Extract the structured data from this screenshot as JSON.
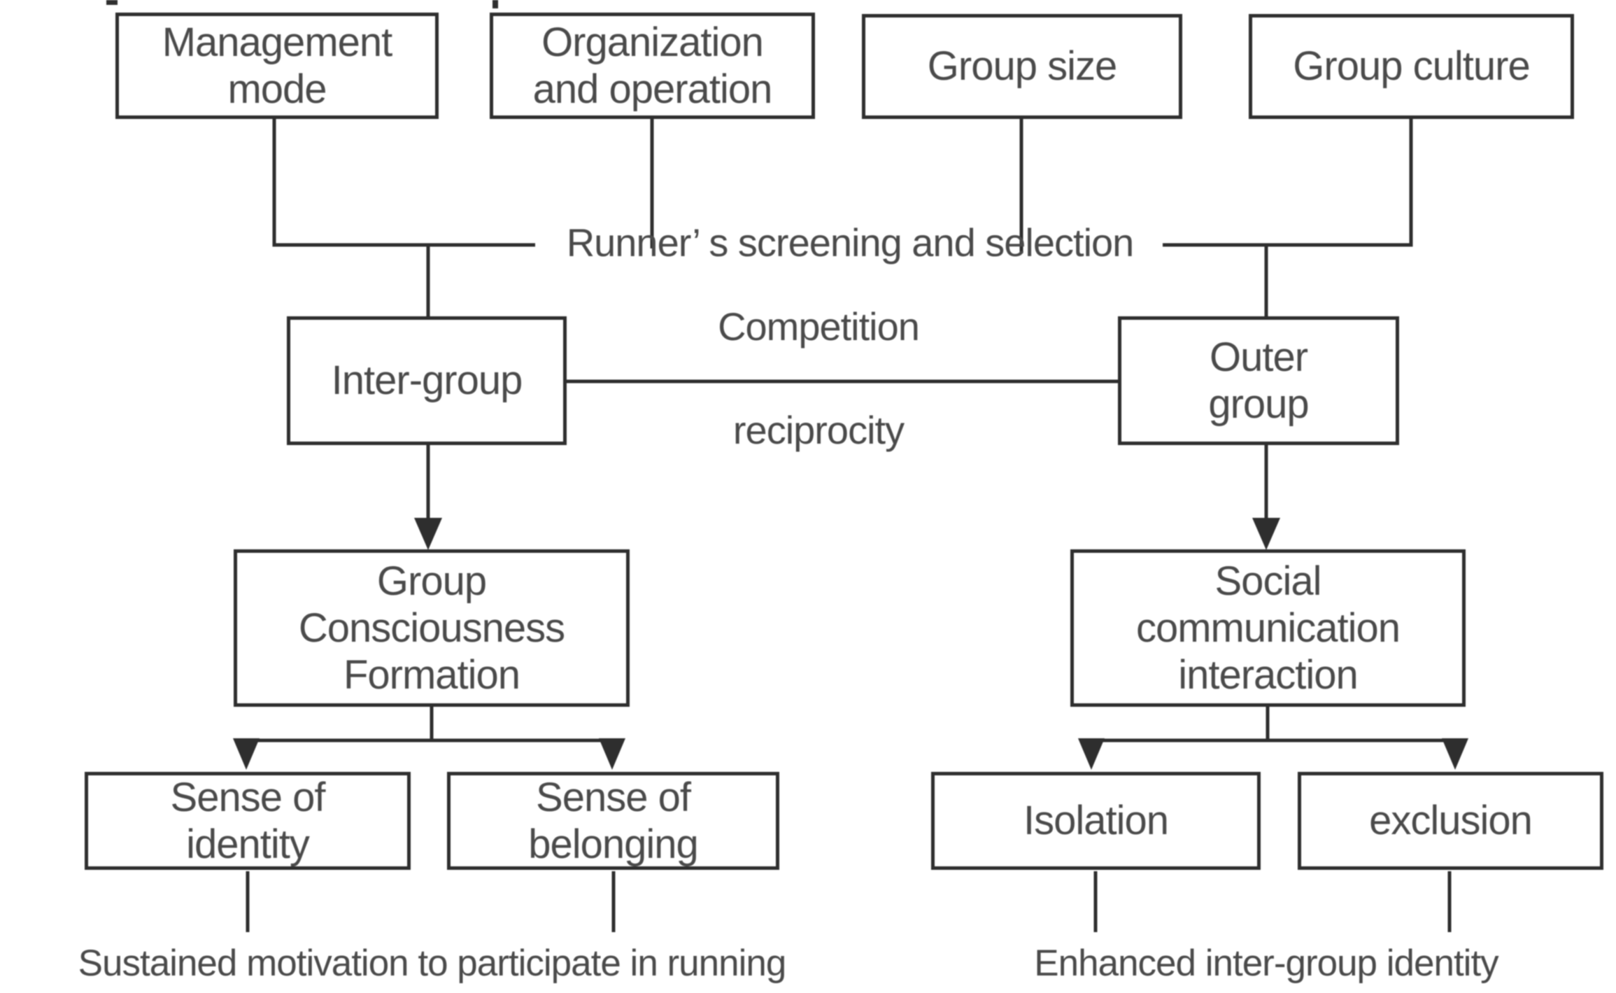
{
  "figure": {
    "type": "flowchart",
    "colors": {
      "line": "#2e2e2e",
      "box_border": "#2e2e2e",
      "text": "#4a4a4a",
      "background": "#ffffff"
    },
    "nodes": {
      "management_mode": "Management\nmode",
      "organization_operation": "Organization\nand operation",
      "group_size": "Group size",
      "group_culture": "Group culture",
      "inter_group": "Inter-group",
      "outer_group": "Outer\ngroup",
      "group_consciousness_formation": "Group\nConsciousness\nFormation",
      "social_communication_interaction": "Social\ncommunication\ninteraction",
      "sense_of_identity": "Sense of\nidentity",
      "sense_of_belonging": "Sense of\nbelonging",
      "isolation": "Isolation",
      "exclusion": "exclusion"
    },
    "edge_labels": {
      "screening": "Runner’ s screening and selection",
      "competition": "Competition",
      "reciprocity": "reciprocity"
    },
    "outcomes": {
      "left": "Sustained motivation to participate in running",
      "right": "Enhanced inter-group identity"
    }
  }
}
